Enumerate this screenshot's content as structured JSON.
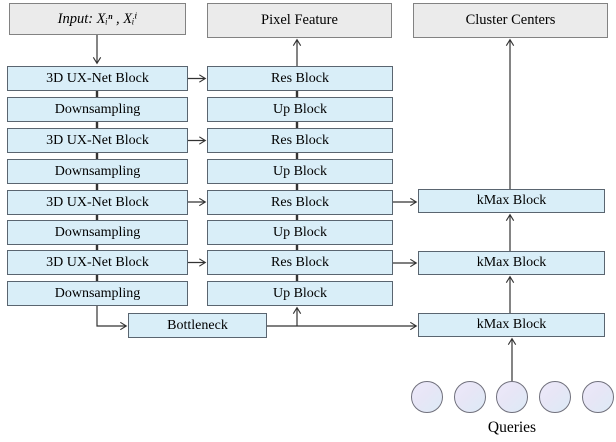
{
  "diagram": {
    "input_box": {
      "label": "Input: Xᵢⁿ , Xᵢⁱ"
    },
    "pixel_feature_box": {
      "label": "Pixel Feature"
    },
    "cluster_centers_box": {
      "label": "Cluster Centers"
    },
    "encoder": {
      "blocks": [
        {
          "label": "3D UX-Net Block"
        },
        {
          "label": "Downsampling"
        },
        {
          "label": "3D UX-Net Block"
        },
        {
          "label": "Downsampling"
        },
        {
          "label": "3D UX-Net Block"
        },
        {
          "label": "Downsampling"
        },
        {
          "label": "3D UX-Net Block"
        },
        {
          "label": "Downsampling"
        }
      ]
    },
    "decoder": {
      "blocks": [
        {
          "label": "Res Block"
        },
        {
          "label": "Up Block"
        },
        {
          "label": "Res Block"
        },
        {
          "label": "Up Block"
        },
        {
          "label": "Res Block"
        },
        {
          "label": "Up Block"
        },
        {
          "label": "Res Block"
        },
        {
          "label": "Up Block"
        }
      ]
    },
    "bottleneck": {
      "label": "Bottleneck"
    },
    "kmax_blocks": [
      {
        "label": "kMax Block"
      },
      {
        "label": "kMax Block"
      },
      {
        "label": "kMax Block"
      }
    ],
    "queries": {
      "label": "Queries",
      "circle_count": 5
    },
    "colors": {
      "block_fill": "#d9eef8",
      "block_border": "#5a6570",
      "header_fill": "#ebebeb",
      "header_border": "#828282",
      "query_circle_fill": "#e7e6f6",
      "arrow": "#333333"
    }
  }
}
